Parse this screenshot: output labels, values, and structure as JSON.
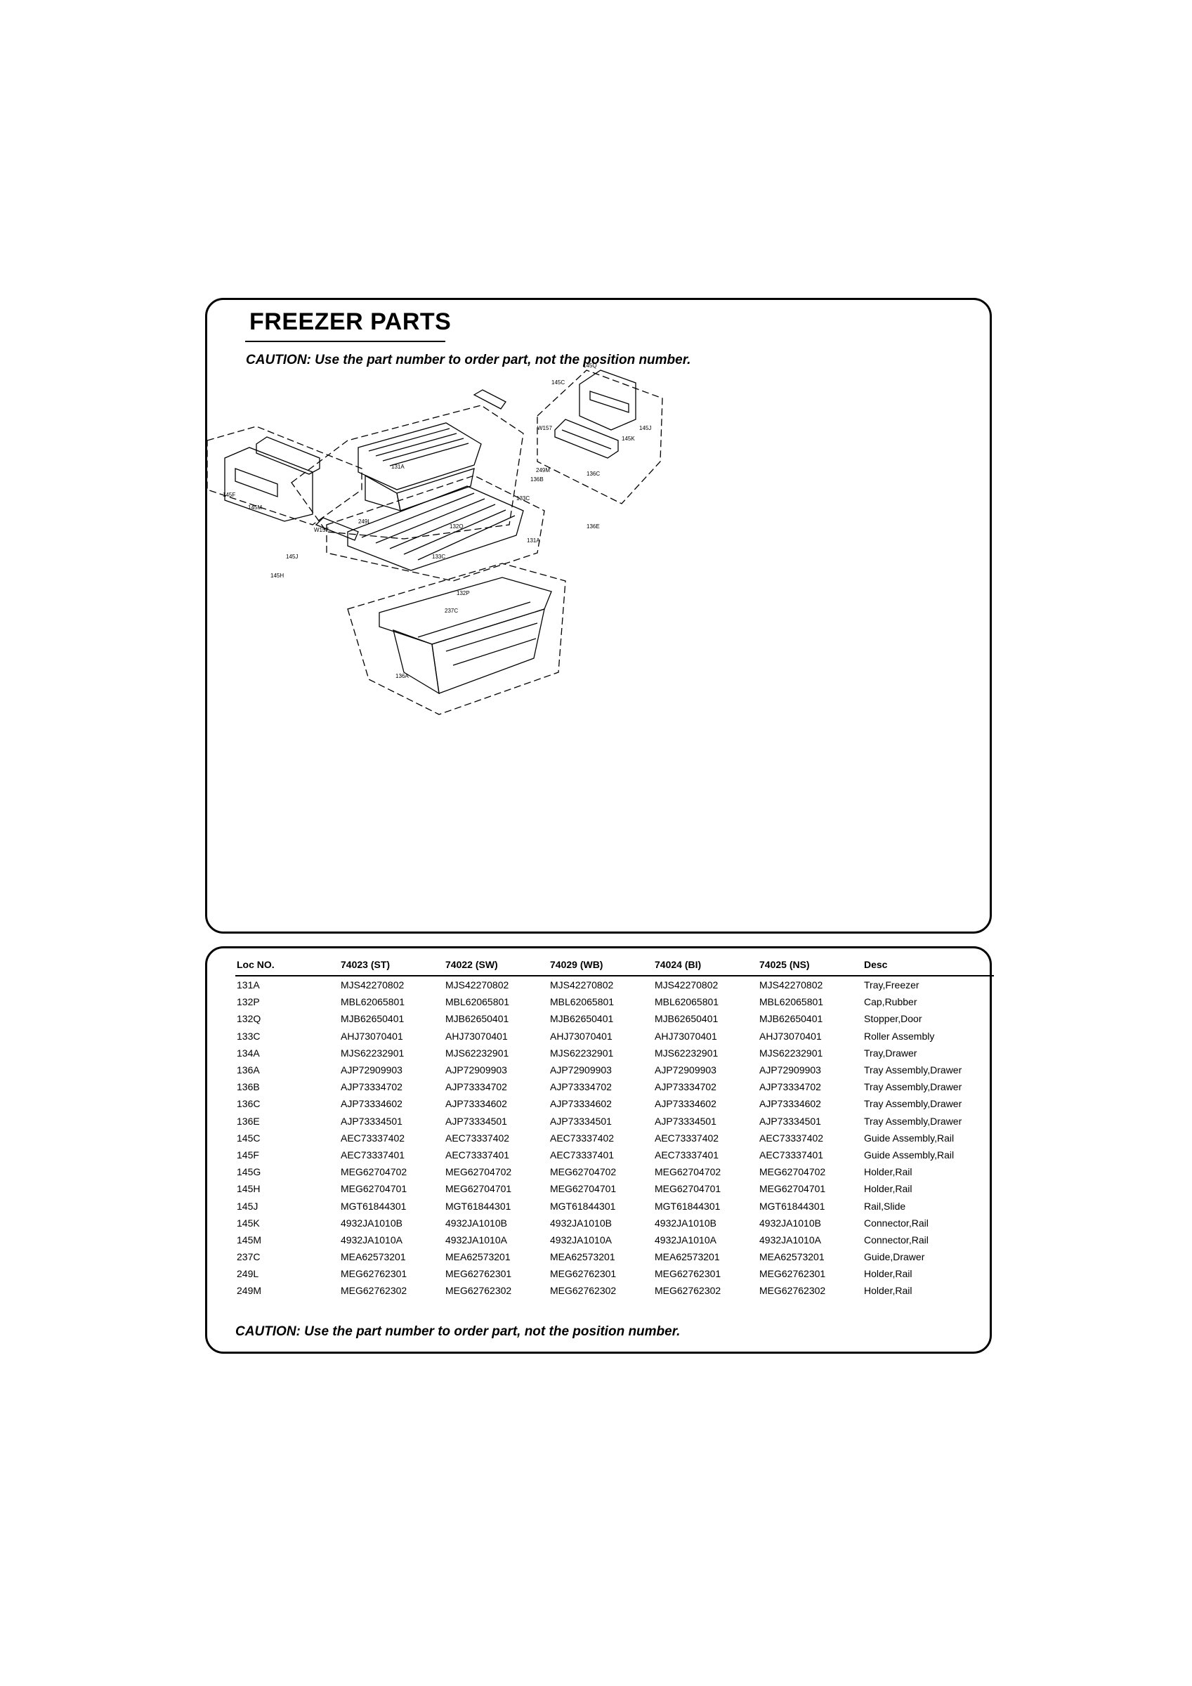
{
  "page": {
    "title": "FREEZER PARTS",
    "caution_top": "CAUTION: Use the part number to order part, not the position number.",
    "caution_bottom": "CAUTION: Use the part number to order part, not the position number."
  },
  "diagram": {
    "callouts": [
      "145Q",
      "145C",
      "W157",
      "145J",
      "145K",
      "131A",
      "249M",
      "136B",
      "136C",
      "145F",
      "145M",
      "249L",
      "W157",
      "133C",
      "132Q",
      "136E",
      "131A",
      "145J",
      "133C",
      "145H",
      "132P",
      "237C",
      "136A"
    ]
  },
  "table": {
    "headers": [
      "Loc NO.",
      "74023 (ST)",
      "74022 (SW)",
      "74029 (WB)",
      "74024 (BI)",
      "74025 (NS)",
      "Desc"
    ],
    "rows": [
      [
        "131A",
        "MJS42270802",
        "MJS42270802",
        "MJS42270802",
        "MJS42270802",
        "MJS42270802",
        "Tray,Freezer"
      ],
      [
        "132P",
        "MBL62065801",
        "MBL62065801",
        "MBL62065801",
        "MBL62065801",
        "MBL62065801",
        "Cap,Rubber"
      ],
      [
        "132Q",
        "MJB62650401",
        "MJB62650401",
        "MJB62650401",
        "MJB62650401",
        "MJB62650401",
        "Stopper,Door"
      ],
      [
        "133C",
        "AHJ73070401",
        "AHJ73070401",
        "AHJ73070401",
        "AHJ73070401",
        "AHJ73070401",
        "Roller Assembly"
      ],
      [
        "134A",
        "MJS62232901",
        "MJS62232901",
        "MJS62232901",
        "MJS62232901",
        "MJS62232901",
        "Tray,Drawer"
      ],
      [
        "136A",
        "AJP72909903",
        "AJP72909903",
        "AJP72909903",
        "AJP72909903",
        "AJP72909903",
        "Tray Assembly,Drawer"
      ],
      [
        "136B",
        "AJP73334702",
        "AJP73334702",
        "AJP73334702",
        "AJP73334702",
        "AJP73334702",
        "Tray Assembly,Drawer"
      ],
      [
        "136C",
        "AJP73334602",
        "AJP73334602",
        "AJP73334602",
        "AJP73334602",
        "AJP73334602",
        "Tray Assembly,Drawer"
      ],
      [
        "136E",
        "AJP73334501",
        "AJP73334501",
        "AJP73334501",
        "AJP73334501",
        "AJP73334501",
        "Tray Assembly,Drawer"
      ],
      [
        "145C",
        "AEC73337402",
        "AEC73337402",
        "AEC73337402",
        "AEC73337402",
        "AEC73337402",
        "Guide Assembly,Rail"
      ],
      [
        "145F",
        "AEC73337401",
        "AEC73337401",
        "AEC73337401",
        "AEC73337401",
        "AEC73337401",
        "Guide Assembly,Rail"
      ],
      [
        "145G",
        "MEG62704702",
        "MEG62704702",
        "MEG62704702",
        "MEG62704702",
        "MEG62704702",
        "Holder,Rail"
      ],
      [
        "145H",
        "MEG62704701",
        "MEG62704701",
        "MEG62704701",
        "MEG62704701",
        "MEG62704701",
        "Holder,Rail"
      ],
      [
        "145J",
        "MGT61844301",
        "MGT61844301",
        "MGT61844301",
        "MGT61844301",
        "MGT61844301",
        "Rail,Slide"
      ],
      [
        "145K",
        "4932JA1010B",
        "4932JA1010B",
        "4932JA1010B",
        "4932JA1010B",
        "4932JA1010B",
        "Connector,Rail"
      ],
      [
        "145M",
        "4932JA1010A",
        "4932JA1010A",
        "4932JA1010A",
        "4932JA1010A",
        "4932JA1010A",
        "Connector,Rail"
      ],
      [
        "237C",
        "MEA62573201",
        "MEA62573201",
        "MEA62573201",
        "MEA62573201",
        "MEA62573201",
        "Guide,Drawer"
      ],
      [
        "249L",
        "MEG62762301",
        "MEG62762301",
        "MEG62762301",
        "MEG62762301",
        "MEG62762301",
        "Holder,Rail"
      ],
      [
        "249M",
        "MEG62762302",
        "MEG62762302",
        "MEG62762302",
        "MEG62762302",
        "MEG62762302",
        "Holder,Rail"
      ]
    ]
  }
}
